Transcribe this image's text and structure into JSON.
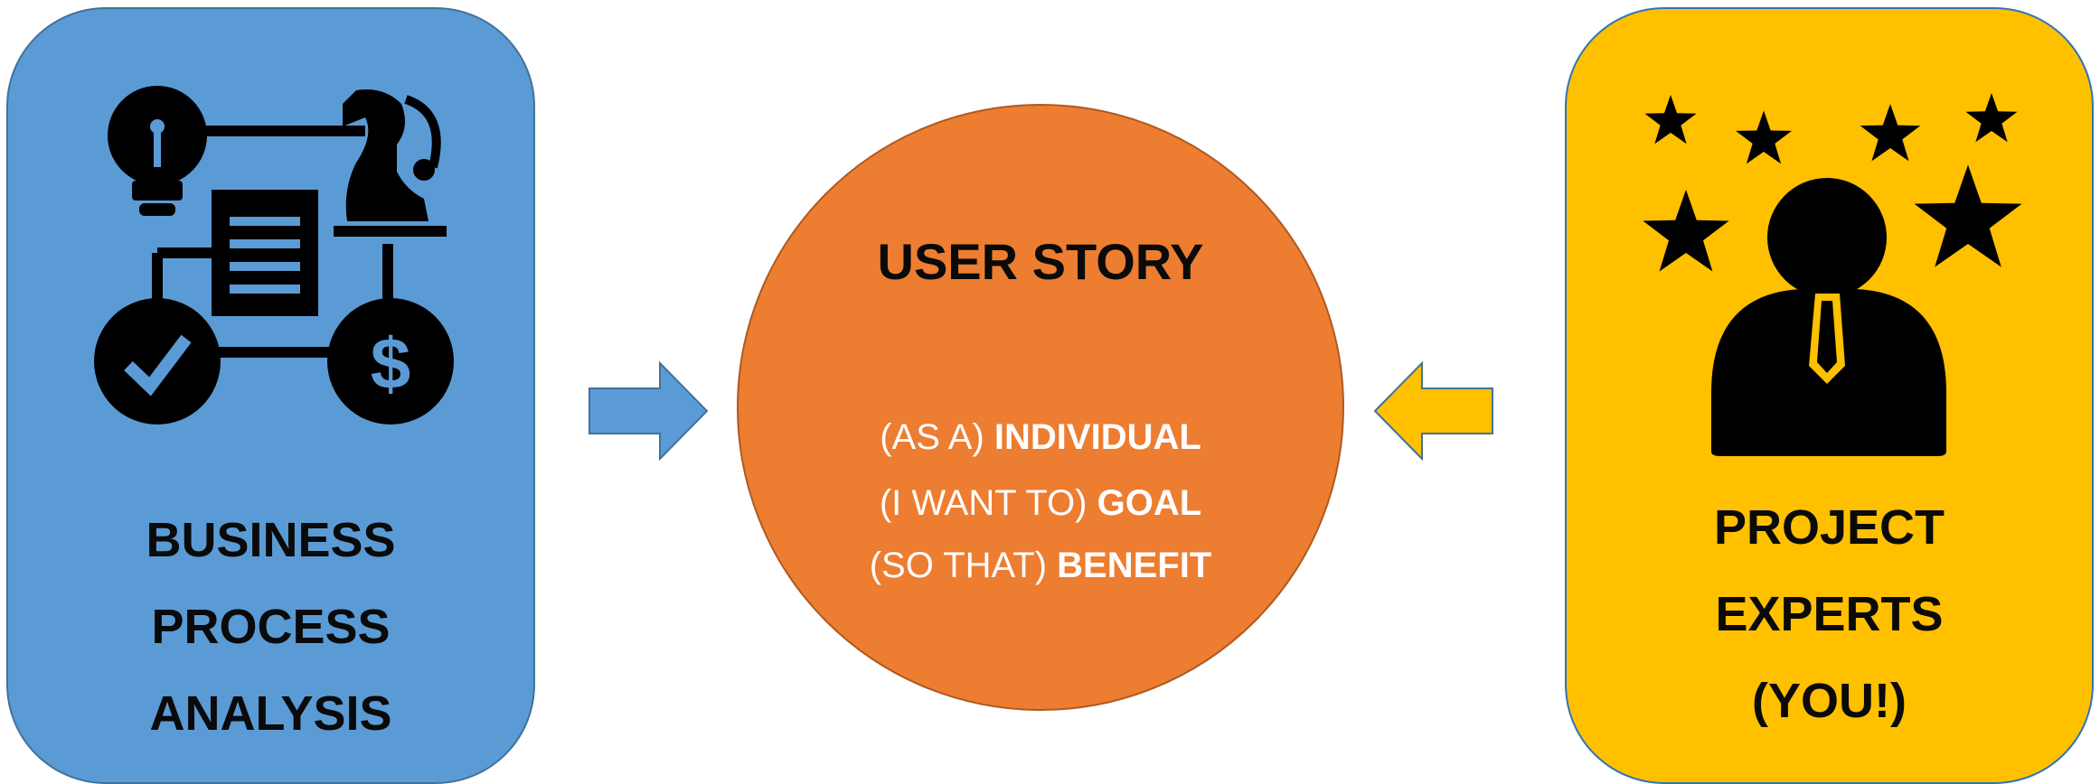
{
  "left_card": {
    "lines": [
      "BUSINESS",
      "PROCESS",
      "ANALYSIS"
    ],
    "icon": "business-process-icon",
    "color": "#5b9bd5"
  },
  "center": {
    "title": "USER STORY",
    "lines": [
      {
        "prefix": "(AS A)",
        "term": "INDIVIDUAL"
      },
      {
        "prefix": "(I WANT TO)",
        "term": "GOAL"
      },
      {
        "prefix": "(SO THAT)",
        "term": "BENEFIT"
      }
    ],
    "color": "#ed7d31"
  },
  "right_card": {
    "lines": [
      "PROJECT",
      "EXPERTS",
      "(YOU!)"
    ],
    "icon": "expert-stars-icon",
    "color": "#ffc000"
  },
  "arrows": {
    "left": {
      "direction": "right",
      "color": "#5b9bd5"
    },
    "right": {
      "direction": "left",
      "color": "#ffc000"
    }
  }
}
